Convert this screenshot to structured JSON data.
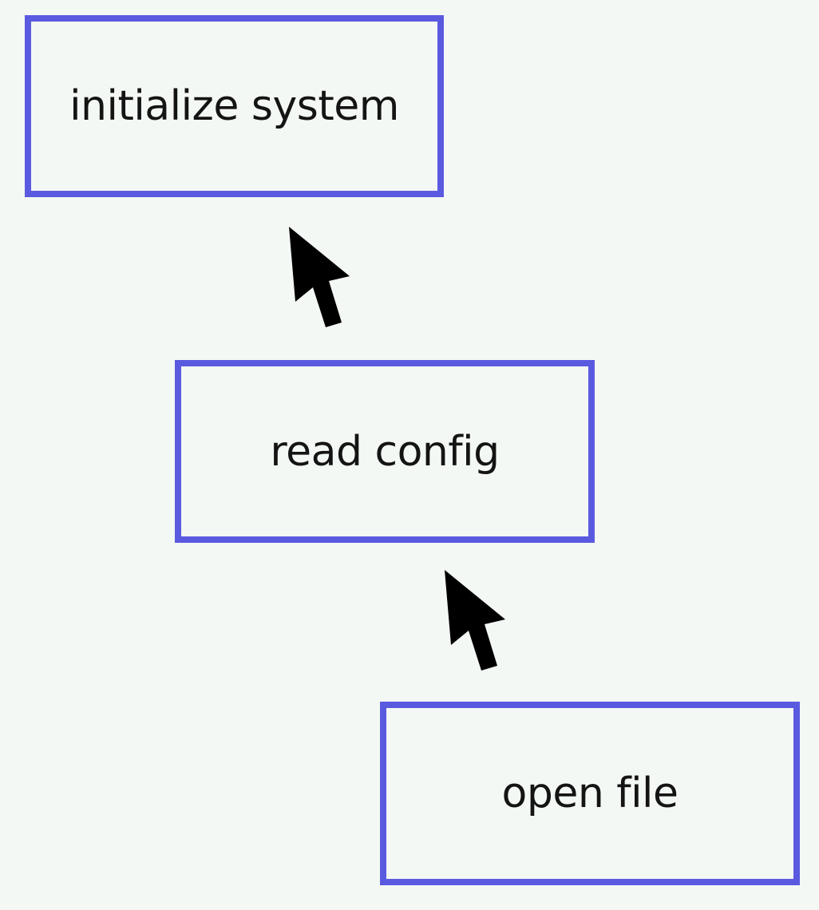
{
  "diagram": {
    "nodes": [
      {
        "label": "initialize system"
      },
      {
        "label": "read config"
      },
      {
        "label": "open file"
      }
    ],
    "edges": [
      {
        "from": "read config",
        "to": "initialize system"
      },
      {
        "from": "open file",
        "to": "read config"
      }
    ],
    "colors": {
      "background": "#f4f8f4",
      "box_border": "#5a5ae0",
      "text": "#141414",
      "arrow": "#000000"
    },
    "icons": [
      "up-left-arrow-icon"
    ]
  }
}
